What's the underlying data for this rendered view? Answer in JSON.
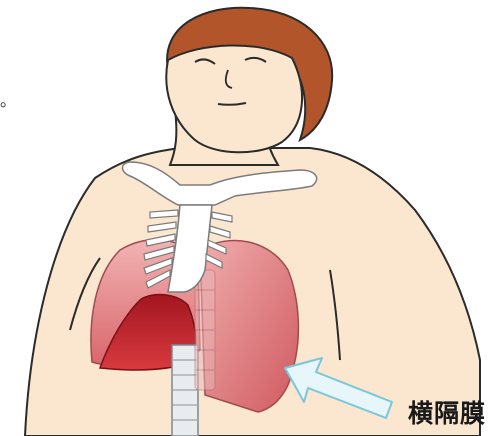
{
  "diagram": {
    "callout_label": "横隔膜",
    "parts": [
      "head",
      "face",
      "hair",
      "neck",
      "torso",
      "clavicle",
      "sternum",
      "ribs",
      "left-lung",
      "right-lung",
      "heart",
      "trachea",
      "diaphragm-arrow"
    ],
    "colors": {
      "skin": "#fbe7cf",
      "skin_outline": "#2b2b2b",
      "hair": "#b3552b",
      "bone": "#ffffff",
      "lung_light": "#e48a8a",
      "lung_mid": "#d8666b",
      "heart_dark": "#c0202a",
      "trachea": "#e8ecef",
      "arrow_fill": "#e6f6fb",
      "arrow_stroke": "#7cc6dc",
      "label": "#1a1a1a"
    }
  }
}
